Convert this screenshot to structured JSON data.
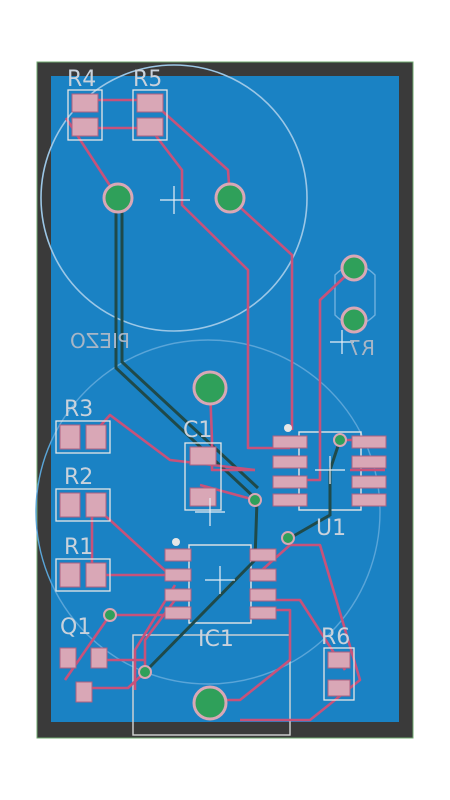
{
  "colors": {
    "board_edge": "#3a3a3a",
    "copper_fill": "#1a82c4",
    "trace_top": "#c8527a",
    "trace_bottom": "#1f4a4a",
    "pad_fill": "#d9a7b6",
    "via_green": "#2fa05a",
    "silkscreen": "#c9d2dc",
    "outline_faint": "#7fb6e0"
  },
  "labels": {
    "r4": "R4",
    "r5": "R5",
    "r3": "R3",
    "r2": "R2",
    "r1": "R1",
    "q1": "Q1",
    "c1": "C1",
    "u1": "U1",
    "ic1": "IC1",
    "r6": "R6",
    "r7": "R7",
    "piezo": "PIEZO"
  }
}
